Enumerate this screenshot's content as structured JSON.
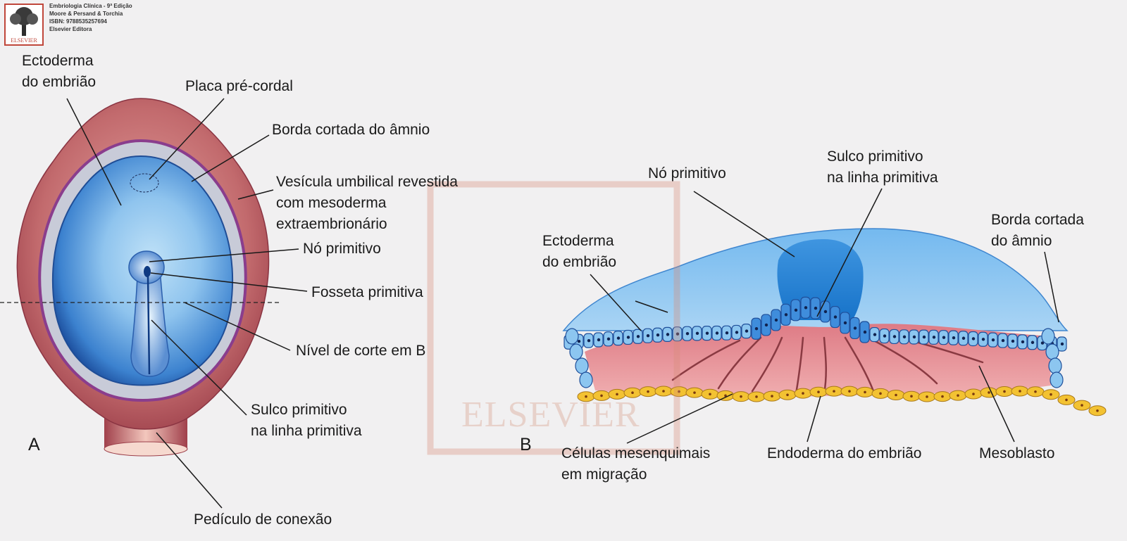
{
  "credit": {
    "lines": [
      "Embriologia Clínica - 9ª Edição",
      "Moore & Persand & Torchia",
      "ISBN: 9788535257694",
      "Elsevier Editora"
    ],
    "logo_text": "ELSEVIER"
  },
  "watermark": {
    "text": "ELSEVIER"
  },
  "panel_a": {
    "letter": "A",
    "labels": {
      "ectoderma": "Ectoderma\ndo embrião",
      "placa": "Placa pré-cordal",
      "borda": "Borda cortada do âmnio",
      "vesicula": "Vesícula umbilical revestida\ncom mesoderma\nextraembrionário",
      "no": "Nó primitivo",
      "fosseta": "Fosseta primitiva",
      "nivel": "Nível de corte em B",
      "sulco": "Sulco primitivo\nna linha primitiva",
      "pediculo": "Pedículo de conexão"
    }
  },
  "panel_b": {
    "letter": "B",
    "labels": {
      "no": "Nó primitivo",
      "sulco": "Sulco primitivo\nna linha primitiva",
      "borda": "Borda cortada\ndo âmnio",
      "ectoderma": "Ectoderma\ndo embrião",
      "celulas": "Células mesenquimais\nem migração",
      "endoderma": "Endoderma do embrião",
      "mesoblasto": "Mesoblasto"
    }
  },
  "colors": {
    "background": "#f1f0f1",
    "amnion_outer": "#a84a55",
    "embryo_blue": "#4a8fd6",
    "mesoderm_pink": "#d98088",
    "endoderm_yellow": "#f2c230"
  }
}
